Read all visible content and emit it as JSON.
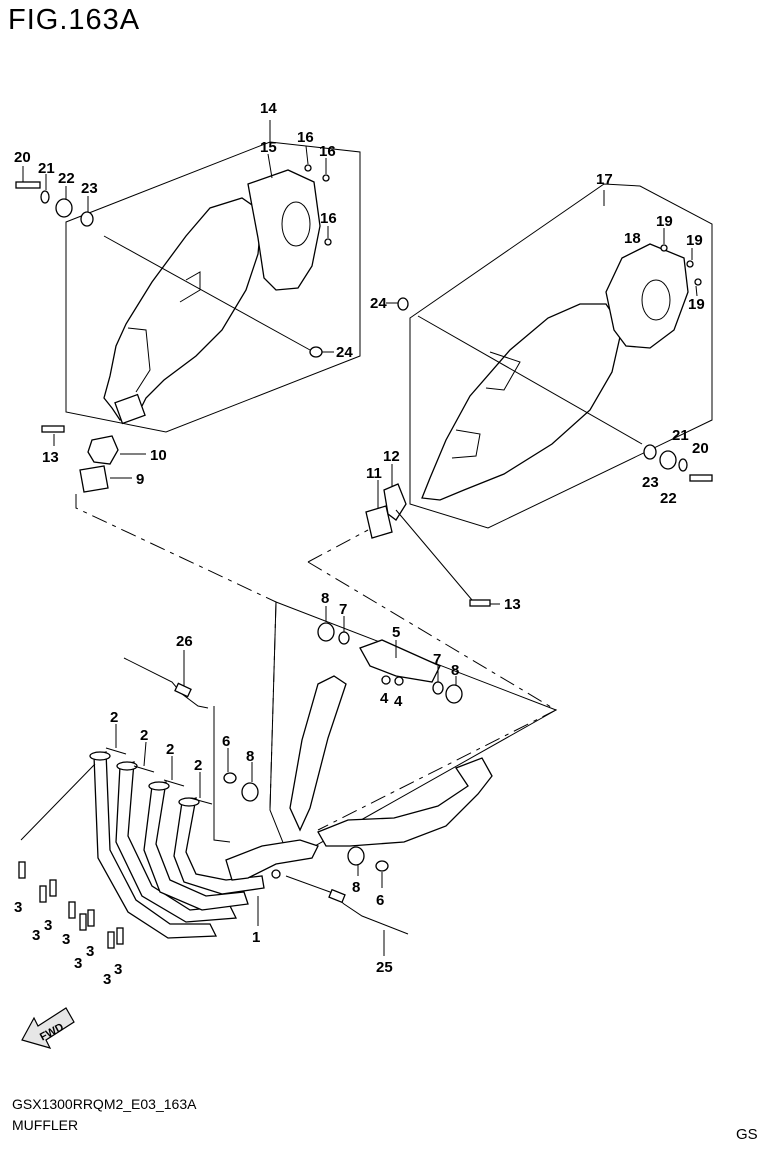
{
  "figure": {
    "title": "FIG.163A",
    "code": "GSX1300RRQM2_E03_163A",
    "name": "MUFFLER",
    "region": "GS"
  },
  "fwd_label": "FWD",
  "callouts": {
    "c14": "14",
    "c15": "15",
    "c16a": "16",
    "c16b": "16",
    "c16c": "16",
    "c20a": "20",
    "c21a": "21",
    "c22a": "22",
    "c23a": "23",
    "c24a": "24",
    "c17": "17",
    "c18": "18",
    "c19a": "19",
    "c19b": "19",
    "c19c": "19",
    "c24b": "24",
    "c21b": "21",
    "c20b": "20",
    "c23b": "23",
    "c22b": "22",
    "c13a": "13",
    "c10": "10",
    "c9": "9",
    "c11": "11",
    "c12": "12",
    "c13b": "13",
    "c8a": "8",
    "c7a": "7",
    "c5": "5",
    "c7b": "7",
    "c8b": "8",
    "c4a": "4",
    "c4b": "4",
    "c26": "26",
    "c6a": "6",
    "c8c": "8",
    "c2a": "2",
    "c2b": "2",
    "c2c": "2",
    "c2d": "2",
    "c8d": "8",
    "c6b": "6",
    "c1": "1",
    "c25": "25",
    "c3a": "3",
    "c3b": "3",
    "c3c": "3",
    "c3d": "3",
    "c3e": "3",
    "c3f": "3",
    "c3g": "3",
    "c3h": "3"
  }
}
